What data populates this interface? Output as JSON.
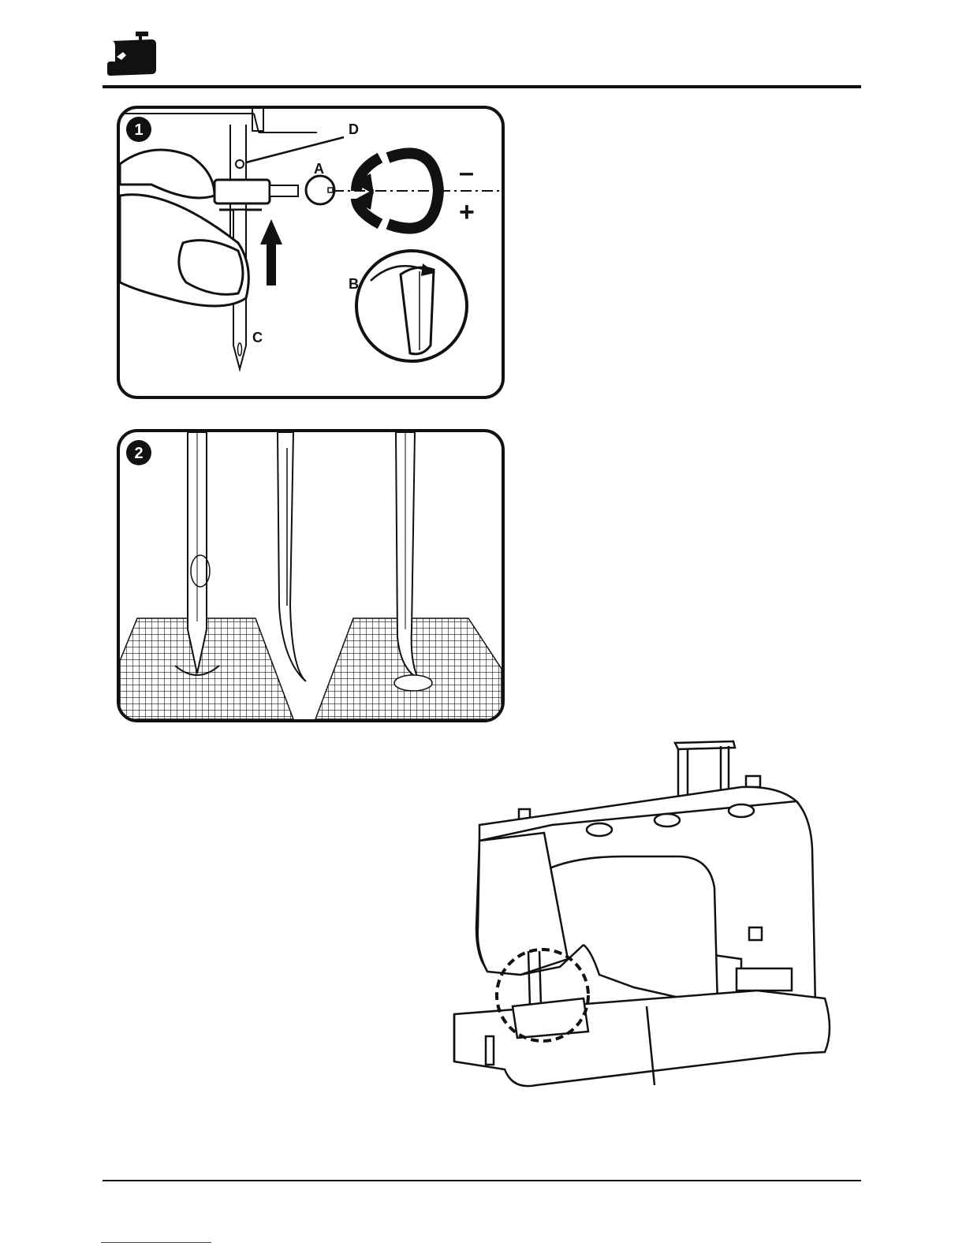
{
  "header": {
    "icon": "sewing-machine-icon"
  },
  "figure_1": {
    "number": "1",
    "labels": {
      "a": "A",
      "b": "B",
      "c": "C",
      "d": "D"
    },
    "signs": {
      "minus": "–",
      "plus": "+"
    }
  },
  "figure_2": {
    "number": "2"
  },
  "figure_3": {
    "illustration": "sewing-machine-illustration"
  },
  "colors": {
    "ink": "#111111",
    "page": "#ffffff",
    "link": "#1a3fd4"
  }
}
